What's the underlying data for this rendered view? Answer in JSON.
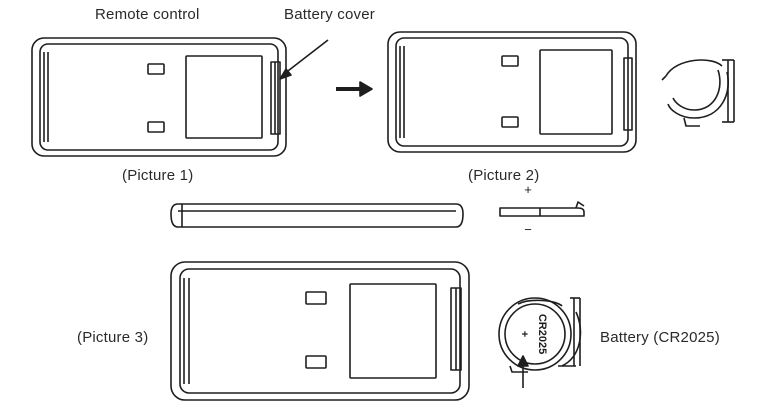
{
  "labels": {
    "remote_control": "Remote control",
    "battery_cover": "Battery cover",
    "picture_1": "(Picture 1)",
    "picture_2": "(Picture 2)",
    "picture_3": "(Picture 3)",
    "battery": "Battery (CR2025)",
    "plus": "+",
    "minus": "−"
  },
  "battery_markings": {
    "model": "CR2025",
    "polarity": "+"
  },
  "icons": {
    "direction_arrow": "right-arrow-icon",
    "pointer_arrow": "pointer-arrow-icon"
  },
  "colors": {
    "line": "#1e1e1e",
    "background": "#ffffff"
  }
}
